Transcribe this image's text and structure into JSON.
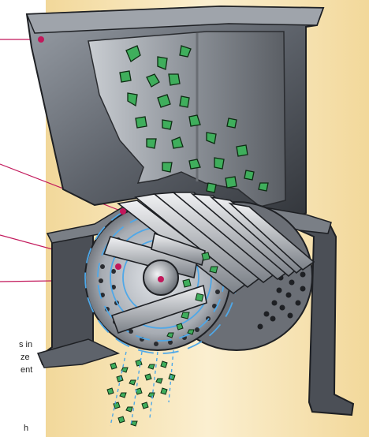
{
  "caption_fragments": [
    {
      "id": "cap1",
      "text": "s in"
    },
    {
      "id": "cap2",
      "text": "ze"
    },
    {
      "id": "cap3",
      "text": "ent"
    },
    {
      "id": "cap4",
      "text": "h"
    }
  ],
  "colors": {
    "panel": "#F7E6B8",
    "leader": "#C2185B",
    "hopper_dark": "#2F2F33",
    "hopper_mid": "#6B6F76",
    "hopper_light": "#B7BCC3",
    "leaf": "#3FAE5C",
    "leaf_outline": "#0D2B12",
    "airflow": "#4FA8E8"
  }
}
